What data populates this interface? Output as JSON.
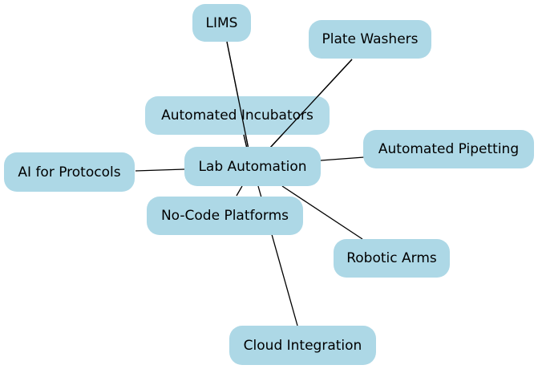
{
  "diagram": {
    "type": "network",
    "center": "Lab Automation",
    "nodes": [
      {
        "id": "lims",
        "label": "LIMS"
      },
      {
        "id": "plate",
        "label": "Plate Washers"
      },
      {
        "id": "incub",
        "label": "Automated Incubators"
      },
      {
        "id": "pipet",
        "label": "Automated Pipetting"
      },
      {
        "id": "lab",
        "label": "Lab Automation"
      },
      {
        "id": "ai",
        "label": "AI for Protocols"
      },
      {
        "id": "nocode",
        "label": "No-Code Platforms"
      },
      {
        "id": "robot",
        "label": "Robotic Arms"
      },
      {
        "id": "cloud",
        "label": "Cloud Integration"
      }
    ],
    "edges": [
      {
        "from": "lab",
        "to": "lims"
      },
      {
        "from": "lab",
        "to": "plate"
      },
      {
        "from": "lab",
        "to": "incub"
      },
      {
        "from": "lab",
        "to": "pipet"
      },
      {
        "from": "lab",
        "to": "ai"
      },
      {
        "from": "lab",
        "to": "nocode"
      },
      {
        "from": "lab",
        "to": "robot"
      },
      {
        "from": "lab",
        "to": "cloud"
      }
    ],
    "colors": {
      "node_fill": "#add8e6",
      "edge": "#000000",
      "text": "#000000"
    }
  }
}
